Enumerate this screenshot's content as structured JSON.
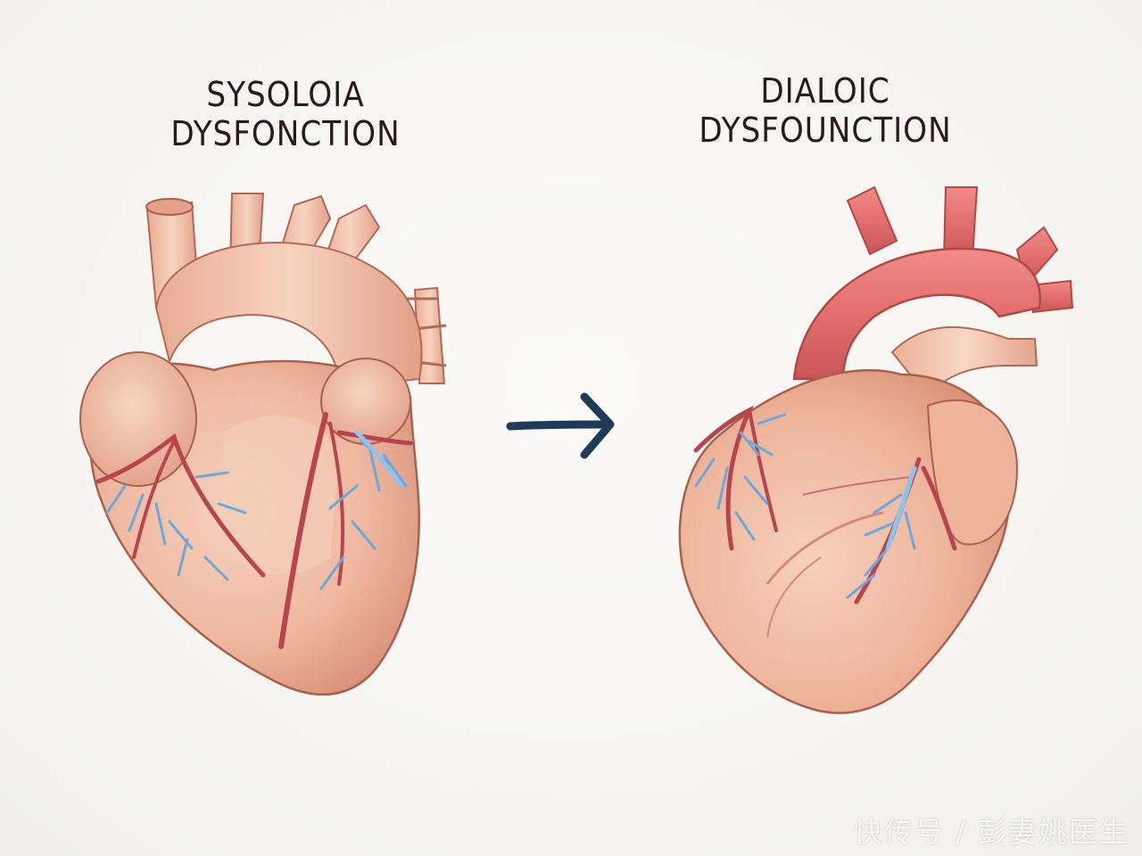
{
  "diagram": {
    "left_label": {
      "line1": "SYSOLOIA",
      "line2": "DYSFONCTION"
    },
    "right_label": {
      "line1": "DIALOIC",
      "line2": "DYSFOUNCTION"
    },
    "arrow_icon": "right-arrow-icon",
    "colors": {
      "heart_skin": "#efb8a0",
      "heart_shadow": "#d9907a",
      "artery_red": "#b8454e",
      "vein_blue": "#6fa8d8",
      "aorta_bright": "#e07070",
      "arrow": "#1f3b57",
      "label_text": "#2a1a1a"
    }
  },
  "watermark": {
    "text": "快传号 / 彭妻姚医生"
  }
}
